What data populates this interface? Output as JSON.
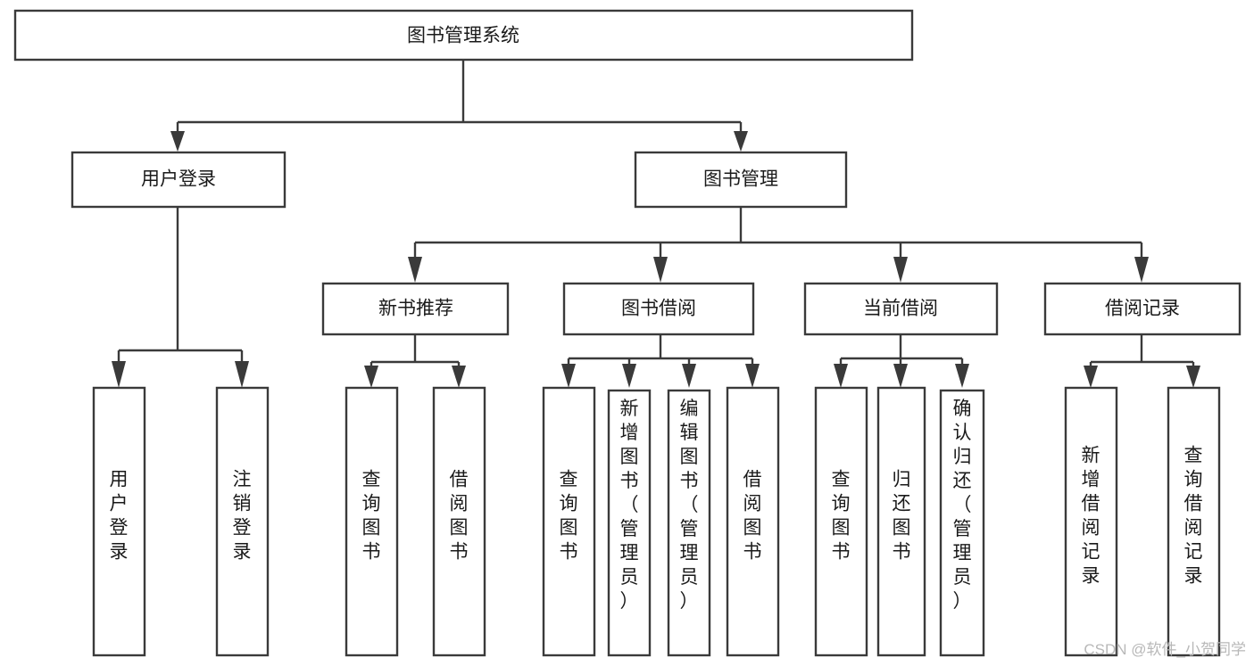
{
  "diagram": {
    "title": "图书管理系统",
    "type": "tree-hierarchy",
    "root": {
      "id": "root",
      "label": "图书管理系统"
    },
    "level2": [
      {
        "id": "user-login",
        "label": "用户登录"
      },
      {
        "id": "book-manage",
        "label": "图书管理"
      }
    ],
    "level3": [
      {
        "id": "new-book-recommend",
        "label": "新书推荐",
        "parent": "book-manage"
      },
      {
        "id": "book-borrow",
        "label": "图书借阅",
        "parent": "book-manage"
      },
      {
        "id": "current-borrow",
        "label": "当前借阅",
        "parent": "book-manage"
      },
      {
        "id": "borrow-record",
        "label": "借阅记录",
        "parent": "book-manage"
      }
    ],
    "leaves": [
      {
        "id": "leaf-user-login",
        "label": "用户登录",
        "parent": "user-login"
      },
      {
        "id": "leaf-user-logout",
        "label": "注销登录",
        "parent": "user-login"
      },
      {
        "id": "leaf-query-book-1",
        "label": "查询图书",
        "parent": "new-book-recommend"
      },
      {
        "id": "leaf-borrow-book-1",
        "label": "借阅图书",
        "parent": "new-book-recommend"
      },
      {
        "id": "leaf-query-book-2",
        "label": "查询图书",
        "parent": "book-borrow"
      },
      {
        "id": "leaf-add-book",
        "label": "新增图书（管理员）",
        "parent": "book-borrow"
      },
      {
        "id": "leaf-edit-book",
        "label": "编辑图书（管理员）",
        "parent": "book-borrow"
      },
      {
        "id": "leaf-borrow-book-2",
        "label": "借阅图书",
        "parent": "book-borrow"
      },
      {
        "id": "leaf-query-book-3",
        "label": "查询图书",
        "parent": "current-borrow"
      },
      {
        "id": "leaf-return-book",
        "label": "归还图书",
        "parent": "current-borrow"
      },
      {
        "id": "leaf-confirm-return",
        "label": "确认归还（管理员）",
        "parent": "current-borrow"
      },
      {
        "id": "leaf-add-record",
        "label": "新增借阅记录",
        "parent": "borrow-record"
      },
      {
        "id": "leaf-query-record",
        "label": "查询借阅记录",
        "parent": "borrow-record"
      }
    ],
    "colors": {
      "background": "#ffffff",
      "box_fill": "#ffffff",
      "box_stroke": "#3a3a3a",
      "text": "#1a1a1a",
      "watermark": "#b8b8b8"
    }
  },
  "watermark": {
    "text": "CSDN @软件_小贺同学"
  }
}
